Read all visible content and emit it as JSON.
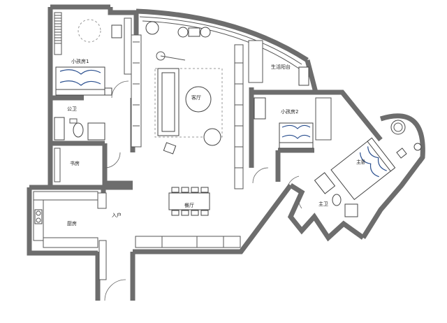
{
  "rooms": {
    "kids_room_1": "小孩房1",
    "public_bath": "公卫",
    "study": "书房",
    "kitchen": "厨房",
    "entrance": "入户",
    "living_room": "客厅",
    "dining_room": "餐厅",
    "service_balcony": "生活阳台",
    "kids_room_2": "小孩房2",
    "master_bedroom": "主卧",
    "master_bath": "主卫"
  }
}
